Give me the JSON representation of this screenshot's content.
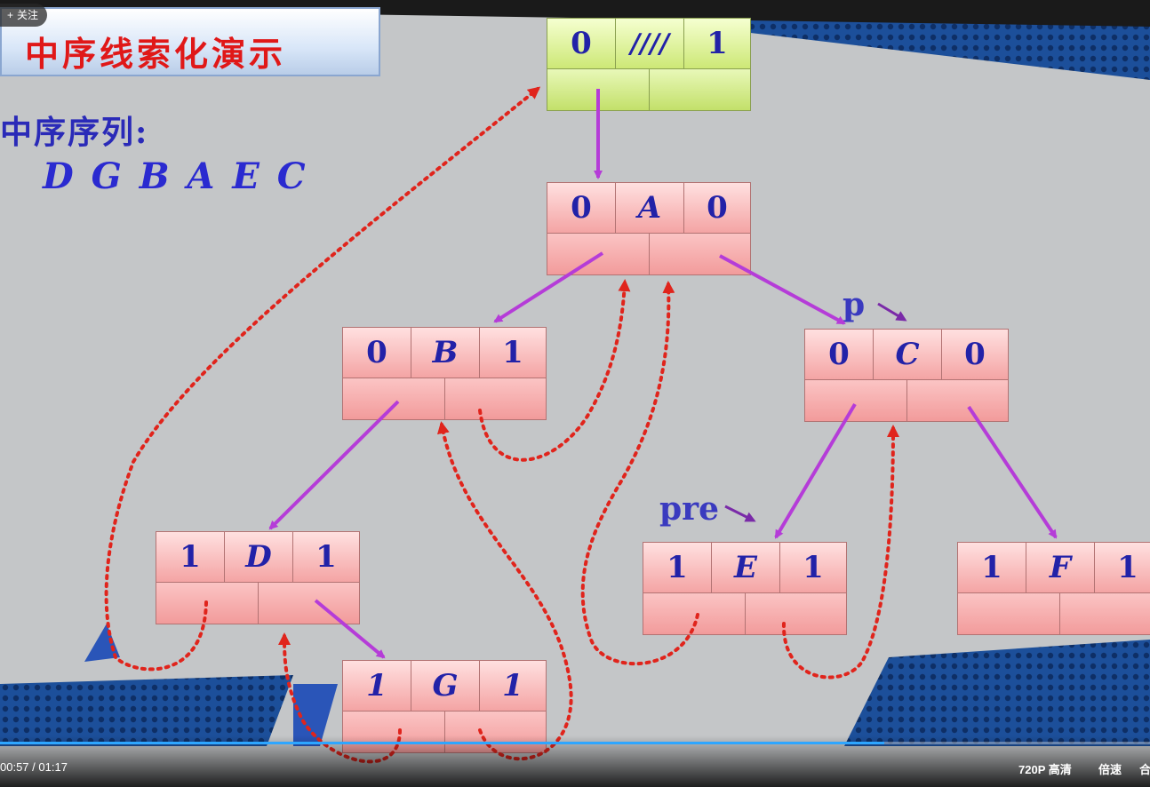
{
  "slide": {
    "title": "中序线索化演示",
    "sequence_label": "中序序列:",
    "sequence": "D G B A E C",
    "marker_p": "p",
    "marker_pre": "pre"
  },
  "nodes": {
    "head": {
      "ltag": "0",
      "data": "////",
      "rtag": "1"
    },
    "A": {
      "ltag": "0",
      "data": "A",
      "rtag": "0"
    },
    "B": {
      "ltag": "0",
      "data": "B",
      "rtag": "1"
    },
    "C": {
      "ltag": "0",
      "data": "C",
      "rtag": "0"
    },
    "D": {
      "ltag": "1",
      "data": "D",
      "rtag": "1"
    },
    "E": {
      "ltag": "1",
      "data": "E",
      "rtag": "1"
    },
    "F": {
      "ltag": "1",
      "data": "F",
      "rtag": "1"
    },
    "G": {
      "ltag": "1",
      "data": "G",
      "rtag": "1"
    }
  },
  "player": {
    "follow_label": "关注",
    "follow_icon": "plus-icon",
    "current_time": "00:57",
    "duration": "01:17",
    "progress": 0.877,
    "quality_label": "720P 高清",
    "speed_label": "倍速",
    "extra_label": "合"
  },
  "colors": {
    "child_link": "#b53cd8",
    "thread_link": "#e0241c",
    "title_text": "#e01818",
    "node_text": "#2222a8",
    "progress": "#2ea6ff"
  }
}
